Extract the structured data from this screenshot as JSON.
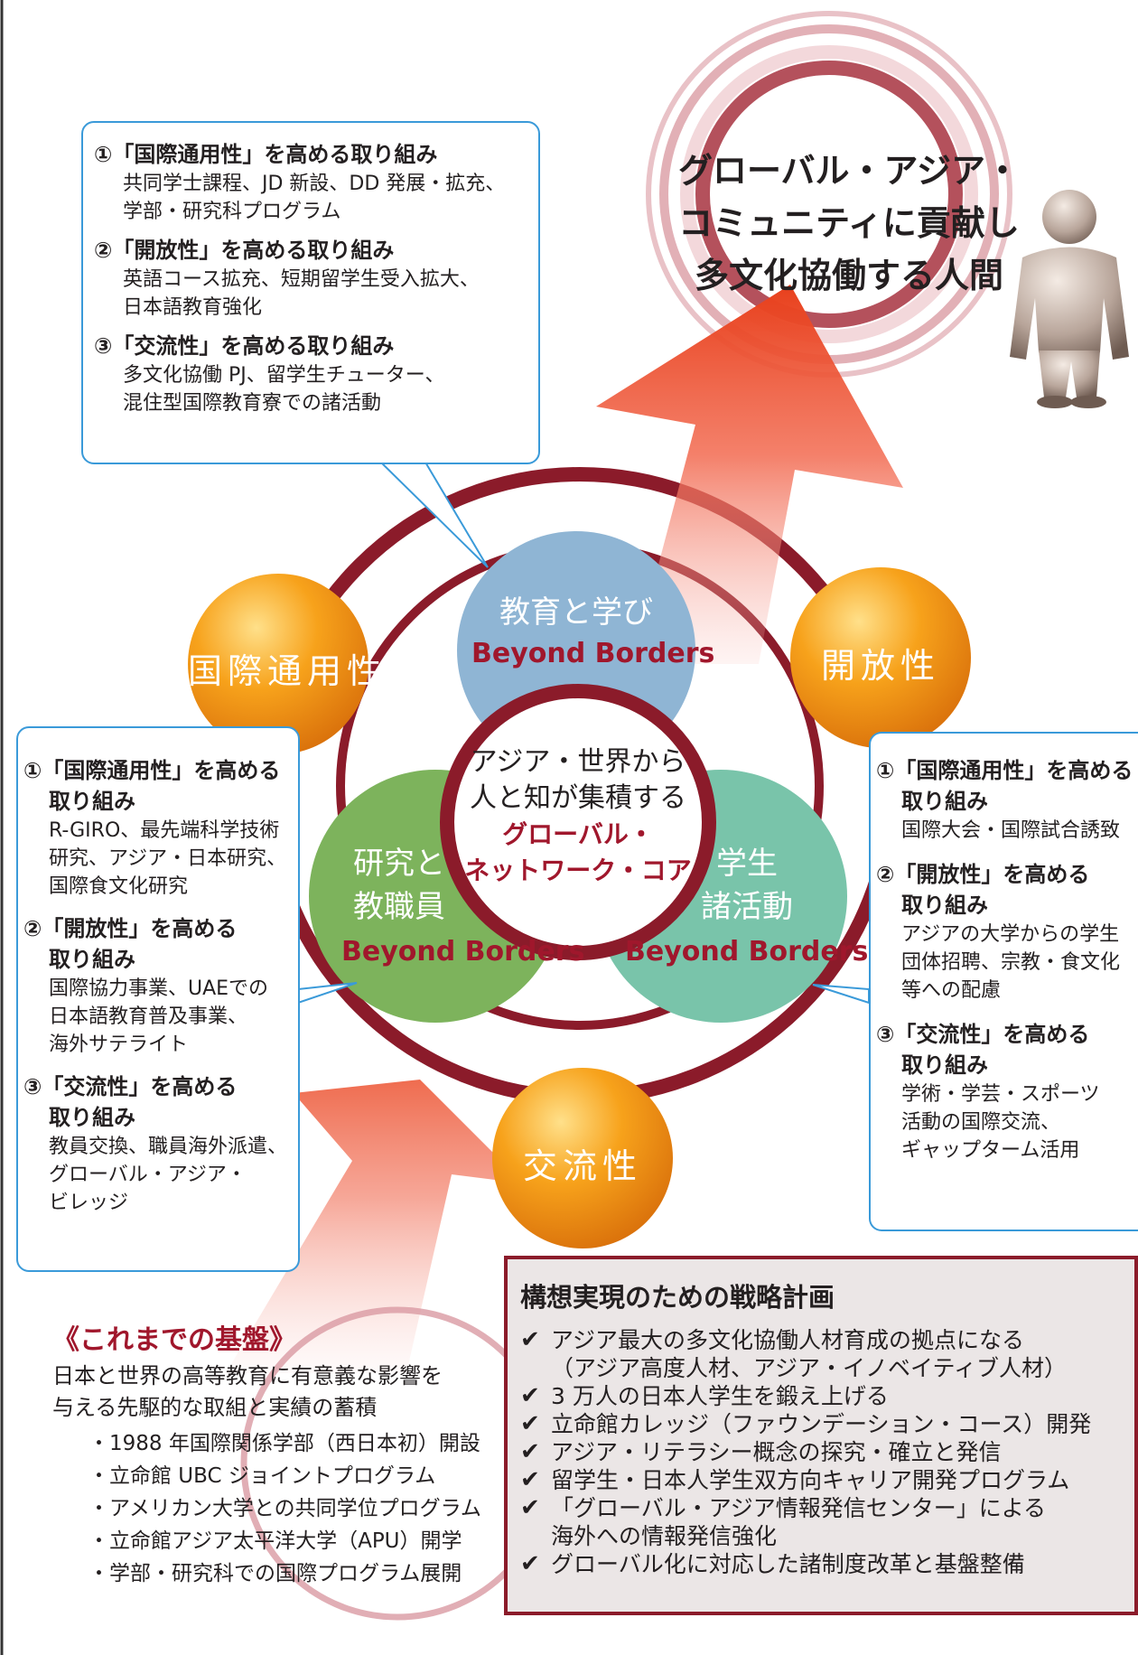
{
  "goal": {
    "lines": [
      "グローバル・アジア・",
      "コミュニティに貢献し",
      "多文化協働する人間"
    ]
  },
  "top_box": {
    "sections": [
      {
        "heading": "①「国際通用性」を高める取り組み",
        "items": [
          "共同学士課程、JD 新設、DD 発展・拡充、",
          "学部・研究科プログラム"
        ]
      },
      {
        "heading": "②「開放性」を高める取り組み",
        "items": [
          "英語コース拡充、短期留学生受入拡大、",
          "日本語教育強化"
        ]
      },
      {
        "heading": "③「交流性」を高める取り組み",
        "items": [
          "多文化協働 PJ、留学生チューター、",
          "混住型国際教育寮での諸活動"
        ]
      }
    ]
  },
  "left_box": {
    "sections": [
      {
        "heading": "①「国際通用性」を高める",
        "heading2": "取り組み",
        "items": [
          "R-GIRO、最先端科学技術",
          "研究、アジア・日本研究、",
          "国際食文化研究"
        ]
      },
      {
        "heading": "②「開放性」を高める",
        "heading2": "取り組み",
        "items": [
          "国際協力事業、UAEでの",
          "日本語教育普及事業、",
          "海外サテライト"
        ]
      },
      {
        "heading": "③「交流性」を高める",
        "heading2": "取り組み",
        "items": [
          "教員交換、職員海外派遣、",
          "グローバル・アジア・",
          "ビレッジ"
        ]
      }
    ]
  },
  "right_box": {
    "sections": [
      {
        "heading": "①「国際通用性」を高める",
        "heading2": "取り組み",
        "items": [
          "国際大会・国際試合誘致"
        ]
      },
      {
        "heading": "②「開放性」を高める",
        "heading2": "取り組み",
        "items": [
          "アジアの大学からの学生",
          "団体招聘、宗教・食文化",
          "等への配慮"
        ]
      },
      {
        "heading": "③「交流性」を高める",
        "heading2": "取り組み",
        "items": [
          "学術・学芸・スポーツ",
          "活動の国際交流、",
          "ギャップターム活用"
        ]
      }
    ]
  },
  "orbs": {
    "kokusai": "国際通用性",
    "kaiho": "開放性",
    "koryu": "交流性"
  },
  "circles": {
    "education": {
      "title": "教育と学び",
      "tag": "Beyond Borders"
    },
    "research": {
      "title_lines": [
        "研究と",
        "教職員"
      ],
      "tag": "Beyond Borders"
    },
    "students": {
      "title_lines": [
        "学生",
        "諸活動"
      ],
      "tag": "Beyond Borders"
    }
  },
  "core": {
    "lines": [
      "アジア・世界から",
      "人と知が集積する"
    ],
    "accent_lines": [
      "グローバル・",
      "ネットワーク・コア"
    ]
  },
  "foundation": {
    "title": "《これまでの基盤》",
    "description": [
      "日本と世界の高等教育に有意義な影響を",
      "与える先駆的な取組と実績の蓄積"
    ],
    "items": [
      "・1988 年国際関係学部（西日本初）開設",
      "・立命館 UBC ジョイントプログラム",
      "・アメリカン大学との共同学位プログラム",
      "・立命館アジア太平洋大学（APU）開学",
      "・学部・研究科での国際プログラム展開"
    ]
  },
  "plan": {
    "title": "構想実現のための戦略計画",
    "check_mark": "✔",
    "items": [
      [
        "アジア最大の多文化協働人材育成の拠点になる",
        "（アジア高度人材、アジア・イノベイティブ人材）"
      ],
      [
        "3 万人の日本人学生を鍛え上げる"
      ],
      [
        "立命館カレッジ（ファウンデーション・コース）開発"
      ],
      [
        "アジア・リテラシー概念の探究・確立と発信"
      ],
      [
        "留学生・日本人学生双方向キャリア開発プログラム"
      ],
      [
        "「グローバル・アジア情報発信センター」による",
        "海外への情報発信強化"
      ],
      [
        "グローバル化に対応した諸制度改革と基盤整備"
      ]
    ]
  },
  "colors": {
    "maroon": "#8b1b2a",
    "accent_red": "#a0172c",
    "box_border": "#3a9ad9",
    "orange": "#f39a12",
    "blue_circle": "#8fb5d4",
    "green_circle": "#7db35c",
    "teal_circle": "#79c4aa",
    "plan_bg": "#ebe6e6"
  }
}
